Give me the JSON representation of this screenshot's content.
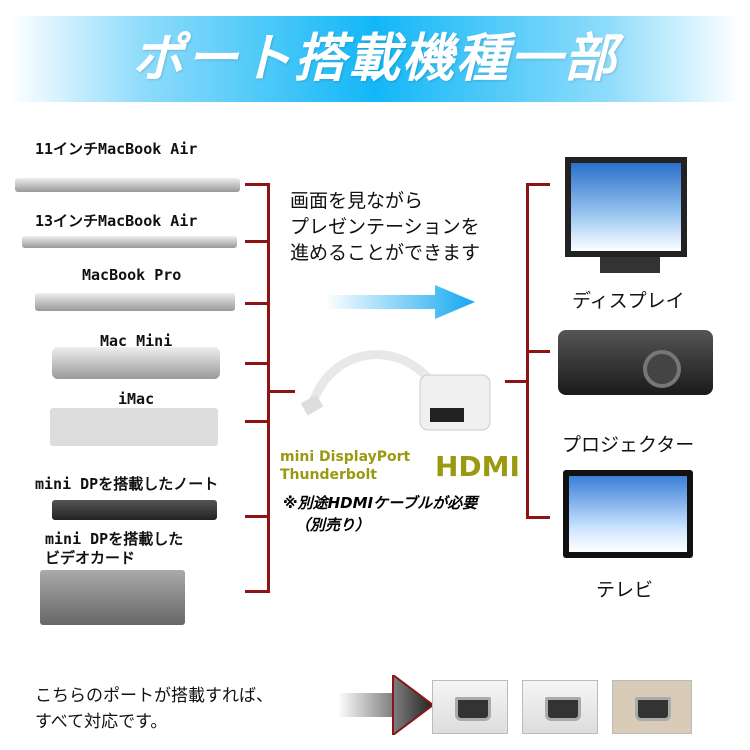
{
  "title": "ポート搭載機種一部",
  "devices": [
    "11インチMacBook Air",
    "13インチMacBook Air",
    "MacBook Pro",
    "Mac Mini",
    "iMac",
    "mini DPを搭載したノート",
    "mini DPを搭載した\nビデオカード"
  ],
  "description": [
    "画面を見ながら",
    "プレゼンテーションを",
    "進めることができます"
  ],
  "adapter": {
    "left1": "mini DisplayPort",
    "left2": "Thunderbolt",
    "right": "HDMI",
    "note1": "※別途HDMIケーブルが必要",
    "note2": "（別売り）"
  },
  "outputs": [
    "ディスプレイ",
    "プロジェクター",
    "テレビ"
  ],
  "footer": [
    "こちらのポートが搭載すれば、",
    "すべて対応です。"
  ],
  "colors": {
    "bracket": "#8b1414",
    "accent": "#12b7f7",
    "olive": "#9a9a10"
  }
}
